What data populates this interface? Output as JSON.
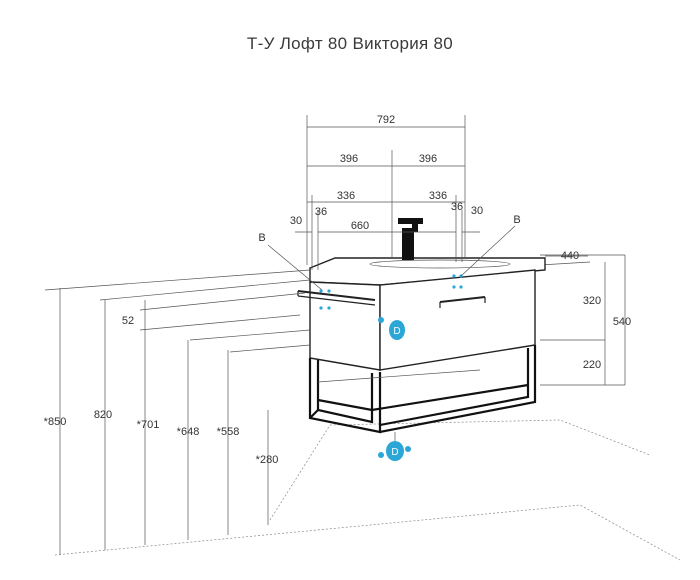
{
  "title": "Т-У Лофт 80 Виктория 80",
  "dimensions": {
    "width_total": "792",
    "half_left": "396",
    "half_right": "396",
    "offset_left": "336",
    "offset_right": "336",
    "inner_left": "36",
    "inner_right": "36",
    "edge_left": "30",
    "edge_right": "30",
    "mount_span": "660",
    "depth": "440",
    "drawer_height": "320",
    "shelf_height": "220",
    "body_height": "540",
    "towel_offset": "52",
    "h850": "*850",
    "h820": "820",
    "h701": "*701",
    "h648": "*648",
    "h558": "*558",
    "h280": "*280"
  },
  "labels": {
    "b_left": "B",
    "b_right": "B",
    "d_side": "D",
    "d_bottom": "D"
  },
  "colors": {
    "line": "#222222",
    "dim": "#555555",
    "accent": "#2aa7d6"
  }
}
